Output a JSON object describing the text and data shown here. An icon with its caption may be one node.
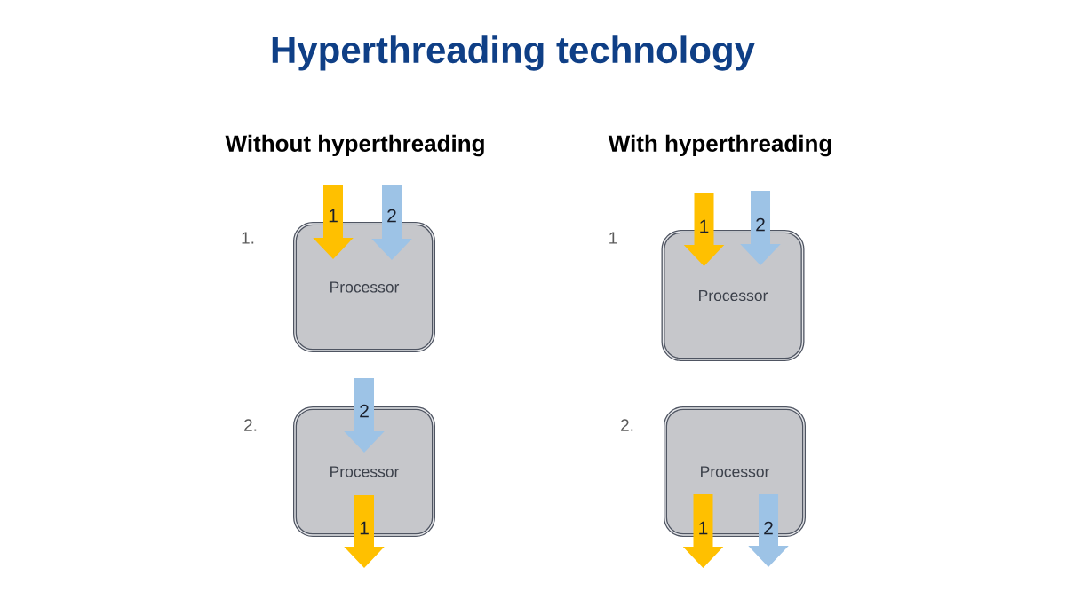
{
  "diagram": {
    "title": "Hyperthreading technology",
    "nodes": [
      {
        "text": [
          "Processor"
        ]
      },
      {
        "text": [
          "Processor"
        ]
      },
      {
        "text": [
          "Processor"
        ]
      },
      {
        "text": [
          "Processor"
        ]
      }
    ],
    "edges": [
      {
        "from": null,
        "to": 0,
        "arrow": "to",
        "label": "1",
        "color": "#ffc000"
      },
      {
        "from": null,
        "to": 0,
        "arrow": "to",
        "label": "2",
        "color": "#9dc3e6"
      },
      {
        "from": null,
        "to": 1,
        "arrow": "to",
        "label": "1",
        "color": "#ffc000"
      },
      {
        "from": null,
        "to": 1,
        "arrow": "to",
        "label": "2",
        "color": "#9dc3e6"
      },
      {
        "from": null,
        "to": 2,
        "arrow": "to",
        "label": "2",
        "color": "#9dc3e6"
      },
      {
        "from": 2,
        "to": null,
        "arrow": "to",
        "label": "1",
        "color": "#ffc000"
      },
      {
        "from": 3,
        "to": null,
        "arrow": "to",
        "label": "1",
        "color": "#ffc000"
      },
      {
        "from": 3,
        "to": null,
        "arrow": "to",
        "label": "2",
        "color": "#9dc3e6"
      }
    ],
    "labels": [
      "Without hyperthreading",
      "With hyperthreading",
      "1.",
      "1",
      "2.",
      "2."
    ]
  }
}
